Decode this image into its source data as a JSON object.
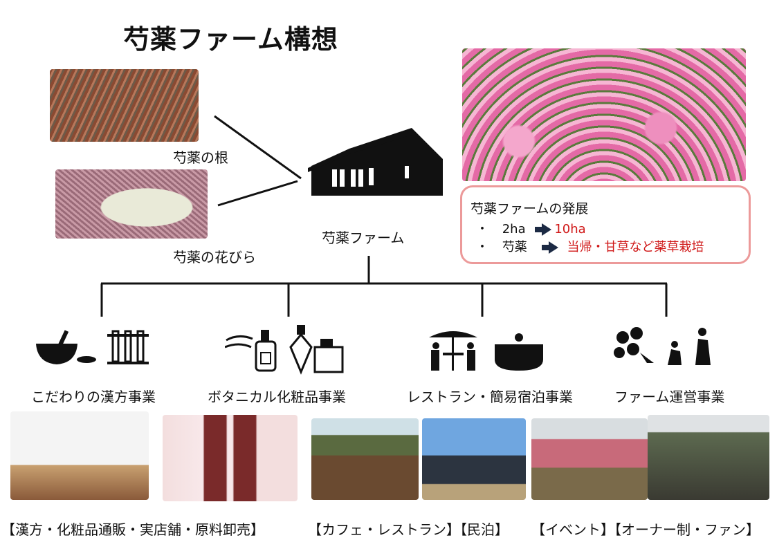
{
  "title": "芍薬ファーム構想",
  "inputs": [
    {
      "label": "芍薬の根"
    },
    {
      "label": "芍薬の花びら"
    }
  ],
  "center": {
    "label": "芍薬ファーム"
  },
  "development": {
    "heading": "芍薬ファームの発展",
    "rows": [
      {
        "bullet": "・",
        "from": "2ha",
        "to": "10ha"
      },
      {
        "bullet": "・",
        "from": "芍薬",
        "to": "当帰・甘草など薬草栽培"
      }
    ]
  },
  "businesses": [
    {
      "label": "こだわりの漢方事業"
    },
    {
      "label": "ボタニカル化粧品事業"
    },
    {
      "label": "レストラン・簡易宿泊事業"
    },
    {
      "label": "ファーム運営事業"
    }
  ],
  "channels": [
    "【漢方・化粧品通販・実店舗・原料卸売】",
    "【カフェ・レストラン】【民泊】",
    "【イベント】【オーナー制・ファン】"
  ],
  "colors": {
    "accent_red": "#d01818",
    "box_border": "#ec9a9a",
    "arrow": "#1c2a44"
  }
}
